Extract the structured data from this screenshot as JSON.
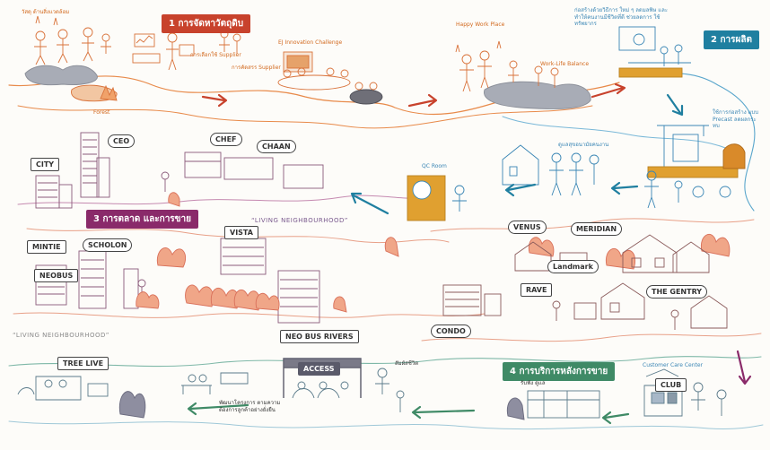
{
  "stages": [
    {
      "label": "1 การจัดหาวัตถุดิบ",
      "color": "#c8422c"
    },
    {
      "label": "2 การผลิต",
      "color": "#1f7fa0"
    },
    {
      "label": "3 การตลาด และการขาย",
      "color": "#8a2a6a"
    },
    {
      "label": "4 การบริการหลังการขาย",
      "color": "#3f8a66"
    }
  ],
  "annotations": {
    "thai_sourcing_top": "วัสดุ ด้านสิ่งแวดล้อม",
    "supplier_note": "การเลือกใช้ Supplier",
    "sustainable_note": "การคัดสรร Supplier",
    "ej_challenge": "EJ Innovation Challenge",
    "forest": "Forest",
    "happy_work_place": "Happy Work Place",
    "work_life_balance": "Work-Life Balance",
    "production_note": "ก่อสร้างด้วยวิธีการ ใหม่ ๆ ลดมลพิษ และ ทำให้คนงานมีชีวิตที่ดี ช่วยลดการ ใช้ทรัพยากร",
    "production_side_note": "ใช้การก่อสร้าง แบบ Precast ลดผลกระทบ",
    "qc_note": "ดูแลสุขอนามัยคนงาน",
    "qc_room": "QC Room",
    "living_neighbourhood_upper": "“LIVING NEIGHBOURHOOD”",
    "living_neighbourhood_lower": "“LIVING NEIGHBOURHOOD”",
    "after_sales_title": "Customer Care Center",
    "after_sales_note": "รับฟัง ดูแล",
    "after_sales_bottom": "พัฒนาโครงการ ตามความต้องการลูกค้าอย่างยั่งยืน",
    "bottom_left_note": "สัมผัสชีวิต"
  },
  "signs": {
    "ceo": "CEO",
    "chef": "CHEF",
    "chaan": "CHAAN",
    "city": "CITY",
    "vista": "VISTA",
    "mintie": "MINTIE",
    "scholon": "SCHOLON",
    "neobus": "NEOBUS",
    "lux_sign": "NEO BUS RIVERS",
    "venus": "VENUS",
    "meridian": "MERIDIAN",
    "rave": "RAVE",
    "landmark": "Landmark",
    "the_gentry": "THE GENTRY",
    "gate": "ACCESS",
    "tree_sign": "TREE LIVE",
    "mini_sign": "CONDO",
    "right_box": "CLUB"
  }
}
